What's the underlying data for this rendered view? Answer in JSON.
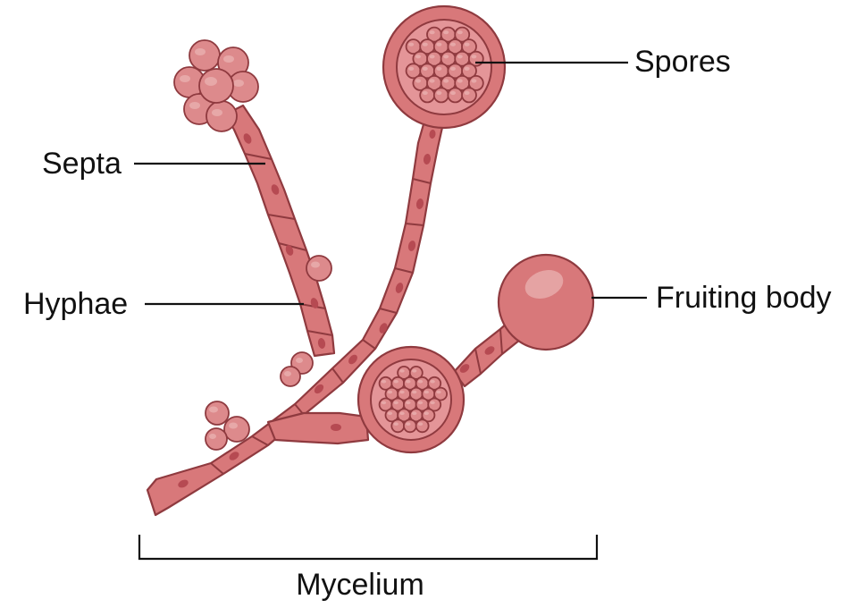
{
  "labels": {
    "spores": "Spores",
    "septa": "Septa",
    "hyphae": "Hyphae",
    "fruiting_body": "Fruiting body",
    "mycelium": "Mycelium"
  },
  "colors": {
    "hypha_fill": "#d8787a",
    "outline": "#8f3a3f",
    "nucleus": "#b64a52",
    "text": "#111111"
  }
}
